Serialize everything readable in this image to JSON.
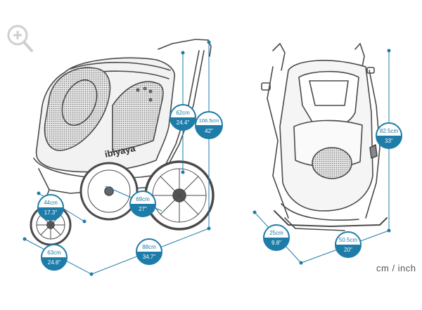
{
  "brand": "ibiyaya",
  "units_label": "cm / inch",
  "colors": {
    "accent": "#1e7ca8",
    "line": "#4a4a4a",
    "mesh": "#9a9a9a"
  },
  "zoom_icon": "zoom-in-icon",
  "dimensions": {
    "height_handle": {
      "cm": "62cm",
      "inch": "24.4\""
    },
    "height_total": {
      "cm": "106.5cm",
      "inch": "42\""
    },
    "rear_wheel": {
      "cm": "69cm",
      "inch": "27\""
    },
    "front_wheel": {
      "cm": "44cm",
      "inch": "17.3\""
    },
    "width": {
      "cm": "63cm",
      "inch": "24.8\""
    },
    "length": {
      "cm": "88cm",
      "inch": "34.7\""
    },
    "folded_height": {
      "cm": "82.5cm",
      "inch": "33\""
    },
    "folded_depth": {
      "cm": "25cm",
      "inch": "9.8\""
    },
    "folded_width": {
      "cm": "50.5cm",
      "inch": "20\""
    }
  }
}
